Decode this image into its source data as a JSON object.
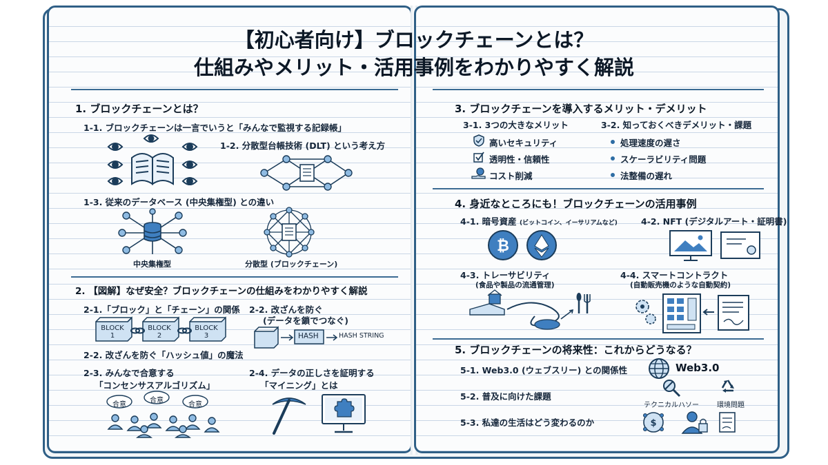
{
  "title": {
    "line1": "【初心者向け】ブロックチェーンとは？",
    "line2": "仕組みやメリット・活用事例をわかりやすく解説"
  },
  "left": {
    "s1": {
      "heading": "1. ブロックチェーンとは？",
      "s1_1": "1-1. ブロックチェーンは一言でいうと「みんなで監視する記録帳」",
      "s1_2": "1-2. 分散型台帳技術 (DLT) という考え方",
      "s1_3": "1-3. 従来のデータベース (中央集権型) との違い",
      "centralized": "中央集権型",
      "distributed": "分散型 (ブロックチェーン)"
    },
    "s2": {
      "heading": "2. 【図解】なぜ安全？ブロックチェーンの仕組みをわかりやすく解説",
      "s2_1": "2-1.「ブロック」と「チェーン」の関係",
      "s2_2a": "2-2. 改ざんを防ぐ",
      "s2_2a_sub": "(データを鎖でつなぐ)",
      "blocks": [
        "BLOCK\n1",
        "BLOCK\n2",
        "BLOCK\n3"
      ],
      "hash": "HASH",
      "hash_string": "HASH STRING",
      "s2_2b": "2-2. 改ざんを防ぐ「ハッシュ値」の魔法",
      "s2_3_line1": "2-3. みんなで合意する",
      "s2_3_line2": "「コンセンサスアルゴリズム」",
      "s2_4_line1": "2-4. データの正しさを証明する",
      "s2_4_line2": "「マイニング」とは",
      "consensus_bubbles": [
        "合意",
        "合意",
        "合意"
      ]
    }
  },
  "right": {
    "s3": {
      "heading": "3. ブロックチェーンを導入するメリット・デメリット",
      "merits_heading": "3-1. 3つの大きなメリット",
      "merits": [
        "高いセキュリティ",
        "透明性・信頼性",
        "コスト削減"
      ],
      "demerits_heading": "3-2. 知っておくべきデメリット・課題",
      "demerits": [
        "処理速度の遅さ",
        "スケーラビリティ問題",
        "法整備の遅れ"
      ]
    },
    "s4": {
      "heading": "4. 身近なところにも！ブロックチェーンの活用事例",
      "s4_1": "4-1. 暗号資産",
      "s4_1_note": "(ビットコイン、イーサリアムなど)",
      "s4_2": "4-2. NFT (デジタルアート・証明書)",
      "s4_3": "4-3. トレーサビリティ",
      "s4_3_note": "(食品や製品の流通管理)",
      "s4_4": "4-4. スマートコントラクト",
      "s4_4_note": "(自動販売機のような自動契約)"
    },
    "s5": {
      "heading": "5. ブロックチェーンの将来性：これからどうなる？",
      "s5_1": "5-1. Web3.0 (ウェブスリー) との関係性",
      "web3": "Web3.0",
      "s5_2": "5-2. 普及に向けた課題",
      "s5_2_labels": [
        "テクニカルハソー",
        "環境問題"
      ],
      "s5_3": "5-3. 私達の生活はどう変わるのか"
    }
  },
  "colors": {
    "accent": "#2e6da4",
    "line": "#1b3c5a",
    "block_fill": "#cfe2f3",
    "page_border": "#2f5f86"
  }
}
